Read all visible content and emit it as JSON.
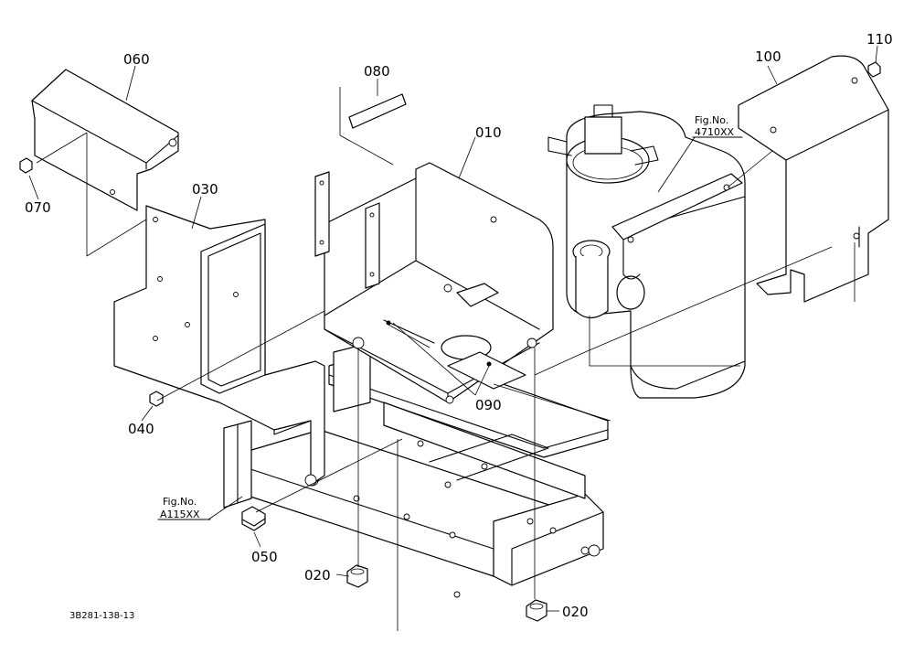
{
  "callouts": [
    {
      "id": "060",
      "text": "060"
    },
    {
      "id": "080",
      "text": "080"
    },
    {
      "id": "010",
      "text": "010"
    },
    {
      "id": "100",
      "text": "100"
    },
    {
      "id": "110",
      "text": "110"
    },
    {
      "id": "070",
      "text": "070"
    },
    {
      "id": "030",
      "text": "030"
    },
    {
      "id": "040",
      "text": "040"
    },
    {
      "id": "090",
      "text": "090"
    },
    {
      "id": "050",
      "text": "050"
    },
    {
      "id": "020a",
      "text": "020"
    },
    {
      "id": "020b",
      "text": "020"
    }
  ],
  "references": [
    {
      "id": "fig-4710",
      "label": "Fig.No.",
      "number": "4710XX"
    },
    {
      "id": "fig-a115",
      "label": "Fig.No.",
      "number": "A115XX"
    }
  ],
  "drawing_code": "3B281-138-13"
}
